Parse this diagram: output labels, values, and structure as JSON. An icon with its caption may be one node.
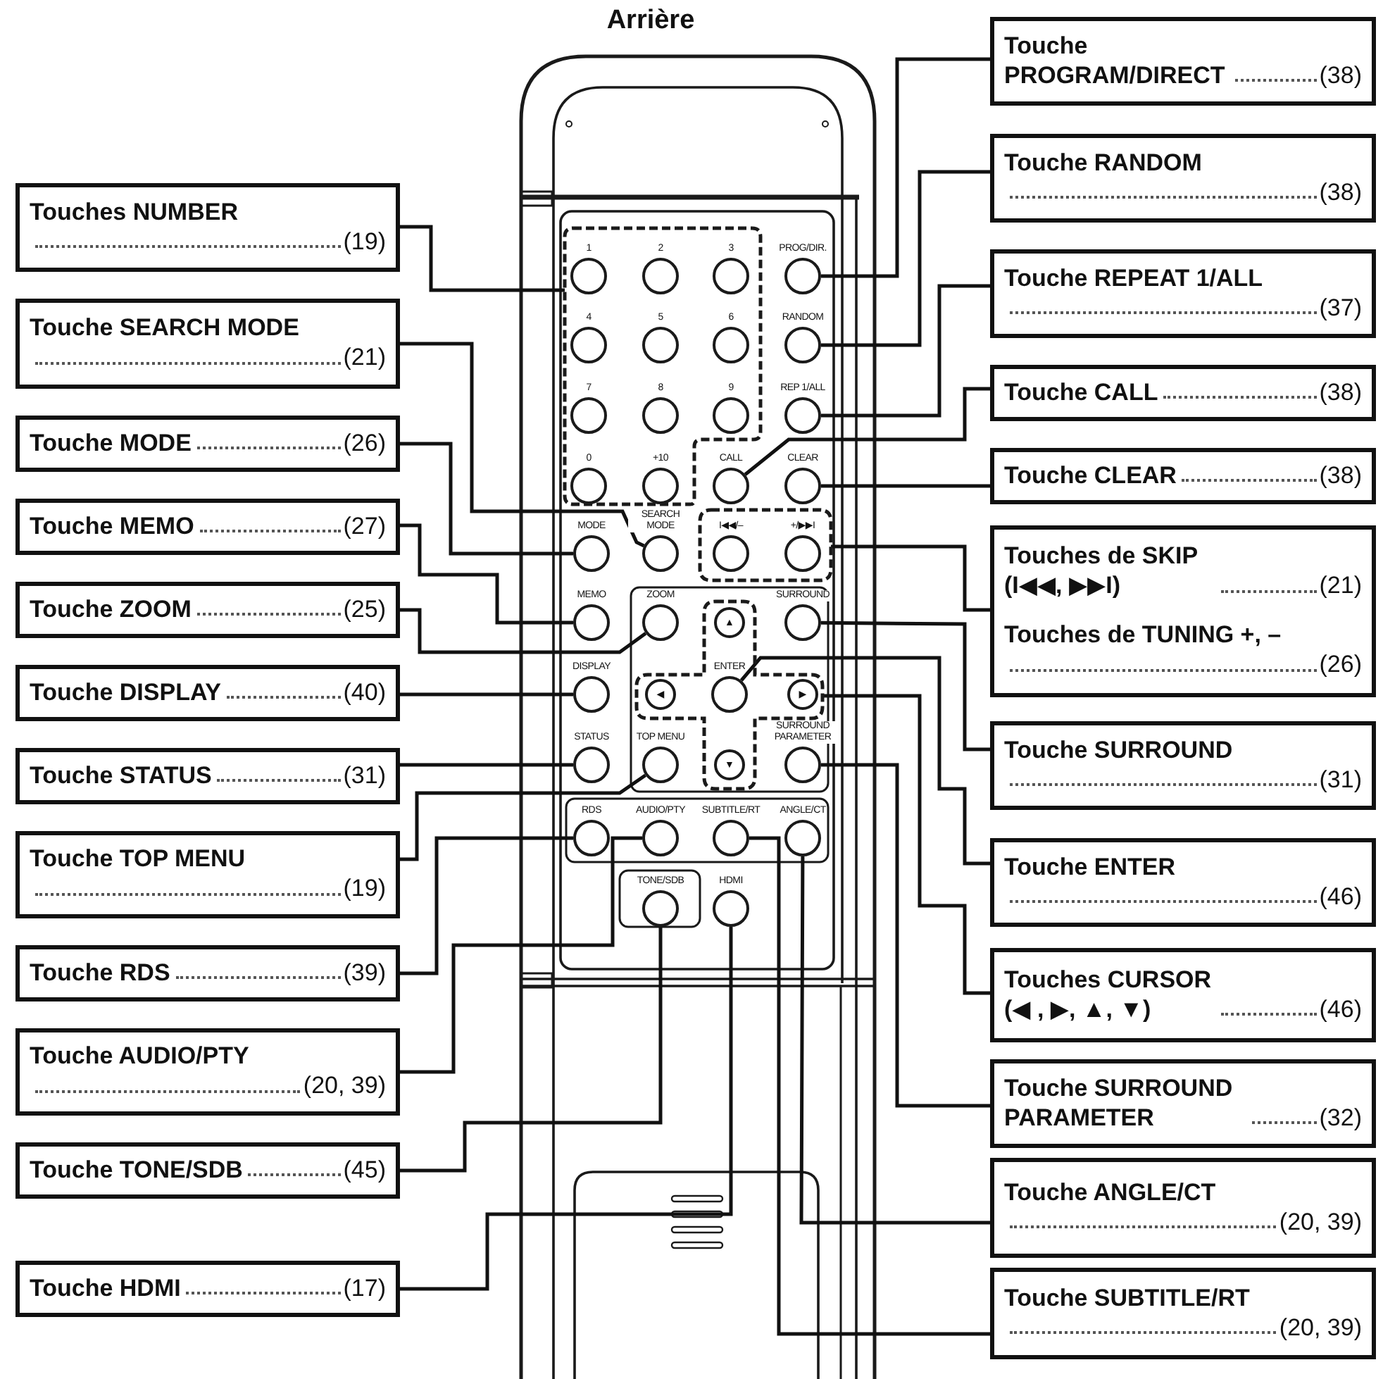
{
  "diagram": {
    "title": "Arrière",
    "nodes": [
      {
        "text": [
          "Touches NUMBER",
          "(19)"
        ]
      },
      {
        "text": [
          "Touche SEARCH MODE",
          "(21)"
        ]
      },
      {
        "text": [
          "Touche MODE",
          "(26)"
        ]
      },
      {
        "text": [
          "Touche MEMO",
          "(27)"
        ]
      },
      {
        "text": [
          "Touche ZOOM",
          "(25)"
        ]
      },
      {
        "text": [
          "Touche DISPLAY",
          "(40)"
        ]
      },
      {
        "text": [
          "Touche STATUS",
          "(31)"
        ]
      },
      {
        "text": [
          "Touche TOP MENU",
          "(19)"
        ]
      },
      {
        "text": [
          "Touche RDS",
          "(39)"
        ]
      },
      {
        "text": [
          "Touche AUDIO/PTY",
          "(20, 39)"
        ]
      },
      {
        "text": [
          "Touche TONE/SDB",
          "(45)"
        ]
      },
      {
        "text": [
          "Touche HDMI",
          "(17)"
        ]
      },
      {
        "text": [
          "Touche PROGRAM/DIRECT",
          "(38)"
        ]
      },
      {
        "text": [
          "Touche RANDOM",
          "(38)"
        ]
      },
      {
        "text": [
          "Touche REPEAT 1/ALL",
          "(37)"
        ]
      },
      {
        "text": [
          "Touche CALL",
          "(38)"
        ]
      },
      {
        "text": [
          "Touche CLEAR",
          "(38)"
        ]
      },
      {
        "text": [
          "Touches de SKIP (I◀◀, ▶▶I)",
          "(21)",
          "Touches de TUNING +, –",
          "(26)"
        ]
      },
      {
        "text": [
          "Touche SURROUND",
          "(31)"
        ]
      },
      {
        "text": [
          "Touche ENTER",
          "(46)"
        ]
      },
      {
        "text": [
          "Touches CURSOR (◀ , ▶, ▲, ▼)",
          "(46)"
        ]
      },
      {
        "text": [
          "Touche SURROUND PARAMETER",
          "(32)"
        ]
      },
      {
        "text": [
          "Touche ANGLE/CT",
          "(20, 39)"
        ]
      },
      {
        "text": [
          "Touche SUBTITLE/RT",
          "(20, 39)"
        ]
      },
      {
        "text": [],
        "shape": "box"
      },
      {
        "text": [],
        "shape": "circle",
        "in": 24,
        "beside": [
          "1"
        ]
      },
      {
        "text": [],
        "shape": "circle",
        "in": 24,
        "beside": [
          "2"
        ]
      },
      {
        "text": [],
        "shape": "circle",
        "in": 24,
        "beside": [
          "3"
        ]
      },
      {
        "text": [],
        "shape": "circle",
        "beside": [
          "PROG/DIR."
        ]
      },
      {
        "text": [],
        "shape": "circle",
        "in": 24,
        "beside": [
          "4"
        ]
      },
      {
        "text": [],
        "shape": "circle",
        "in": 24,
        "beside": [
          "5"
        ]
      },
      {
        "text": [],
        "shape": "circle",
        "in": 24,
        "beside": [
          "6"
        ]
      },
      {
        "text": [],
        "shape": "circle",
        "beside": [
          "RANDOM"
        ]
      },
      {
        "text": [],
        "shape": "circle",
        "in": 24,
        "beside": [
          "7"
        ]
      },
      {
        "text": [],
        "shape": "circle",
        "in": 24,
        "beside": [
          "8"
        ]
      },
      {
        "text": [],
        "shape": "circle",
        "in": 24,
        "beside": [
          "9"
        ]
      },
      {
        "text": [],
        "shape": "circle",
        "beside": [
          "REP 1/ALL"
        ]
      },
      {
        "text": [],
        "shape": "circle",
        "in": 24,
        "beside": [
          "0"
        ]
      },
      {
        "text": [],
        "shape": "circle",
        "in": 24,
        "beside": [
          "+10"
        ]
      },
      {
        "text": [],
        "shape": "circle",
        "beside": [
          "CALL"
        ]
      },
      {
        "text": [],
        "shape": "circle",
        "beside": [
          "CLEAR"
        ]
      },
      {
        "text": [],
        "shape": "circle",
        "beside": [
          "MODE"
        ]
      },
      {
        "text": [],
        "shape": "circle",
        "beside": [
          "SEARCH MODE"
        ]
      },
      {
        "text": [],
        "shape": "box"
      },
      {
        "text": [],
        "shape": "circle",
        "in": 43,
        "beside": [
          "I◀◀/–"
        ]
      },
      {
        "text": [],
        "shape": "circle",
        "in": 43,
        "beside": [
          "+/▶▶I"
        ]
      },
      {
        "text": [],
        "shape": "circle",
        "beside": [
          "MEMO"
        ]
      },
      {
        "text": [],
        "shape": "circle",
        "beside": [
          "ZOOM"
        ]
      },
      {
        "text": [],
        "shape": "cross"
      },
      {
        "text": [
          "▲"
        ],
        "in": 48
      },
      {
        "text": [],
        "shape": "circle",
        "beside": [
          "SURROUND"
        ]
      },
      {
        "text": [],
        "shape": "circle",
        "beside": [
          "DISPLAY"
        ]
      },
      {
        "text": [
          "◀"
        ],
        "in": 48
      },
      {
        "text": [],
        "shape": "circle",
        "in": 48,
        "beside": [
          "ENTER"
        ]
      },
      {
        "text": [
          "▶"
        ],
        "in": 48
      },
      {
        "text": [],
        "shape": "circle",
        "beside": [
          "STATUS"
        ]
      },
      {
        "text": [],
        "shape": "circle",
        "beside": [
          "TOP MENU"
        ]
      },
      {
        "text": [
          "▼"
        ],
        "in": 48
      },
      {
        "text": [],
        "shape": "circle",
        "beside": [
          "SURROUND PARAMETER"
        ]
      },
      {
        "text": [],
        "shape": "circle",
        "beside": [
          "RDS"
        ]
      },
      {
        "text": [],
        "shape": "circle",
        "beside": [
          "AUDIO/PTY"
        ]
      },
      {
        "text": [],
        "shape": "circle",
        "beside": [
          "SUBTITLE/RT"
        ]
      },
      {
        "text": [],
        "shape": "circle",
        "beside": [
          "ANGLE/CT"
        ]
      },
      {
        "text": [],
        "shape": "circle",
        "beside": [
          "TONE/SDB"
        ]
      },
      {
        "text": [],
        "shape": "circle",
        "beside": [
          "HDMI"
        ]
      }
    ],
    "edges": [
      {
        "from": 0,
        "to": 24,
        "arrow": "none"
      },
      {
        "from": 1,
        "to": 42,
        "arrow": "none"
      },
      {
        "from": 2,
        "to": 41,
        "arrow": "none"
      },
      {
        "from": 3,
        "to": 46,
        "arrow": "none"
      },
      {
        "from": 4,
        "to": 47,
        "arrow": "none"
      },
      {
        "from": 5,
        "to": 51,
        "arrow": "none"
      },
      {
        "from": 6,
        "to": 55,
        "arrow": "none"
      },
      {
        "from": 7,
        "to": 56,
        "arrow": "none"
      },
      {
        "from": 8,
        "to": 59,
        "arrow": "none"
      },
      {
        "from": 9,
        "to": 60,
        "arrow": "none"
      },
      {
        "from": 10,
        "to": 63,
        "arrow": "none"
      },
      {
        "from": 11,
        "to": 64,
        "arrow": "none"
      },
      {
        "from": 12,
        "to": 28,
        "arrow": "none"
      },
      {
        "from": 13,
        "to": 32,
        "arrow": "none"
      },
      {
        "from": 14,
        "to": 36,
        "arrow": "none"
      },
      {
        "from": 15,
        "to": 39,
        "arrow": "none"
      },
      {
        "from": 16,
        "to": 40,
        "arrow": "none"
      },
      {
        "from": 17,
        "to": 43,
        "arrow": "none"
      },
      {
        "from": 18,
        "to": 50,
        "arrow": "none"
      },
      {
        "from": 19,
        "to": 53,
        "arrow": "none"
      },
      {
        "from": 20,
        "to": 48,
        "arrow": "none"
      },
      {
        "from": 21,
        "to": 58,
        "arrow": "none"
      },
      {
        "from": 22,
        "to": 62,
        "arrow": "none"
      },
      {
        "from": 23,
        "to": 61,
        "arrow": "none"
      }
    ]
  }
}
